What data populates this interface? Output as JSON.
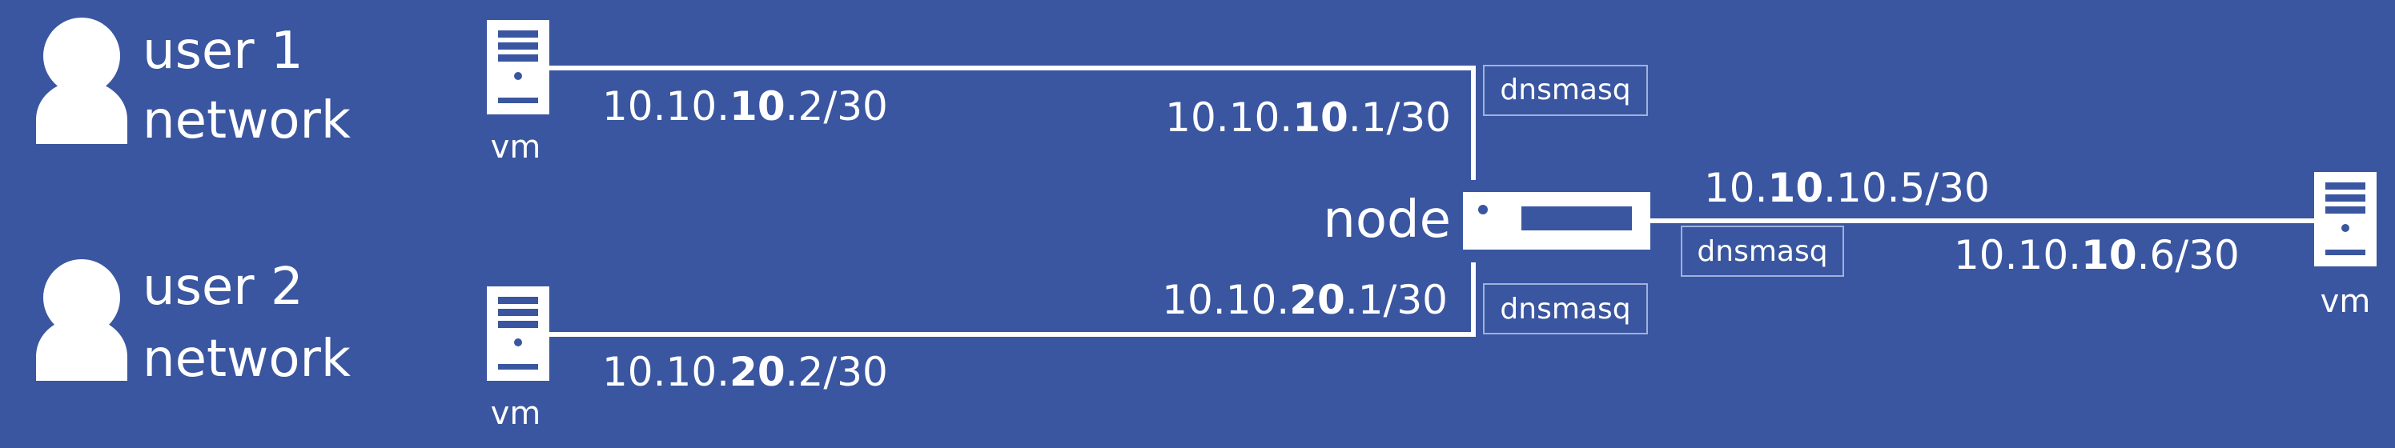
{
  "users": [
    {
      "line1": "user 1",
      "line2": "network"
    },
    {
      "line1": "user 2",
      "line2": "network"
    }
  ],
  "vms": {
    "vm1": {
      "label": "vm"
    },
    "vm2": {
      "label": "vm"
    },
    "vm3": {
      "label": "vm"
    }
  },
  "node": {
    "label": "node"
  },
  "dnsmasq": {
    "top": "dnsmasq",
    "bottom": "dnsmasq",
    "right": "dnsmasq"
  },
  "ips": {
    "vm1": {
      "pre": "10.10.",
      "mid": "10",
      "post": ".2/30"
    },
    "node_top": {
      "pre": "10.10.",
      "mid": "10",
      "post": ".1/30"
    },
    "node_bottom": {
      "pre": "10.10.",
      "mid": "20",
      "post": ".1/30"
    },
    "vm2": {
      "pre": "10.10.",
      "mid": "20",
      "post": ".2/30"
    },
    "node_right": {
      "pre": "10.",
      "mid": "10",
      "post": ".10.5/30"
    },
    "vm3": {
      "pre": "10.10.",
      "mid": "10",
      "post": ".6/30"
    }
  },
  "colors": {
    "background": "#3a56a0",
    "foreground": "#ffffff"
  }
}
